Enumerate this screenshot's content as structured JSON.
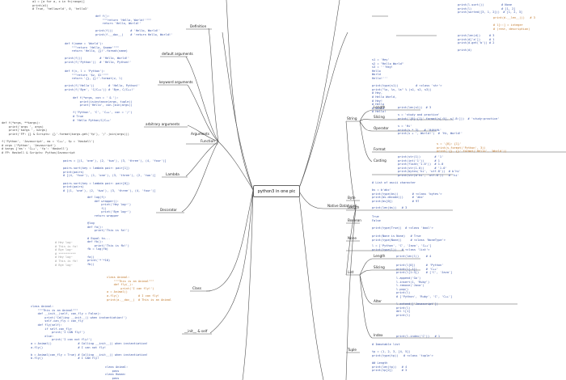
{
  "central": "python3 in one pic",
  "left_branches": [
    "Function",
    "Definition",
    "default arguments",
    "keyword arguments",
    "arbitrary arguments",
    "Arguments",
    "Lambda",
    "Decorator",
    "Class",
    "__init__ & self"
  ],
  "right_branches": [
    "Native Datatypes",
    "String",
    "Length",
    "Slicing",
    "Operator",
    "Format",
    "Casting",
    "Byte",
    "Length",
    "Boolean",
    "None",
    "List",
    "Length",
    "Slicing",
    "Alter",
    "Index",
    "Tuple"
  ],
  "code": {
    "top_left": [
      "a1 = [a for a, x in fn(range)]",
      "print(a1)",
      "# True, 'hellowrld', 0, 'hello3'"
    ],
    "definition": [
      "def f():",
      "    \"\"\"return 'Hello, World!'\"\"\"",
      "    return 'Hello, World!'",
      "",
      "print(f())          # 'Hello, World!'",
      "print(f.__doc__)    # 'return Hello, World!'"
    ],
    "default_args": [
      "def f(name = 'World'):",
      "    \"\"\"return 'Hello, $name'\"\"\"",
      "    return 'Hello, {}!'.format(name)",
      "",
      "print(f())          # 'Hello, World!'",
      "print(f('Python'))  # 'Hello, Python!'"
    ],
    "keyword_args": [
      "def f(v, l = 'Python'):",
      "    \"\"\"return '$v, $l'\"\"\"",
      "    return '{}, {}!'.format(v, l)",
      "",
      "print(f('Hello'))        # 'Hello, Python!'",
      "print(f('Bye', 'C/C++')) # 'Bye, C/C++!'"
    ],
    "arbitrary_args": [
      "def f(*args, con = ' & '):",
      "    print(isinstance(args, tuple))",
      "    print('Hello', con.join(args))",
      "",
      "f('Python', 'C', 'C++', con = '/')",
      "# True",
      "# 'Hello Python/C/C++'"
    ],
    "kwargs": [
      "def f(*args, **kargs):",
      "    print('args ', args)",
      "    print('kargs ', kargs)",
      "    print('FP: {} & Scripts: {}'.format(kargs.get('fp'), '/'.join(args)))",
      "",
      "f('Python', 'Javascript', ms = 'C++', fp = 'Haskell')",
      "# args ('Python', 'Javascript')",
      "# kargs {'ms': 'C++', 'fp': 'Haskell'}",
      "# FP: Haskell & Scripts: Python/Javascript"
    ],
    "lambda": [
      "pairs = [(1, 'one'), (2, 'two'), (3, 'three'), (4, 'four')]",
      "",
      "pairs.sort(key = lambda pair: pair[1])",
      "print(pairs)",
      "# [(4, 'four'), (1, 'one'), (3, 'three'), (2, 'two')]",
      "",
      "pairs.sort(key = lambda pair: pair[0])",
      "print(pairs)",
      "# [(1, 'one'), (2, 'two'), (3, 'three'), (4, 'four')]"
    ],
    "decorator": [
      "def log(f):",
      "    def wrapper():",
      "        print('Hey log~')",
      "        f()",
      "        print('Bye log~')",
      "    return wrapper",
      "",
      "@log",
      "def fa():",
      "    print('This is fa!')",
      "",
      "# Equal to...",
      "def fb():",
      "    print('This is fb!')",
      "fb = log(fb)",
      "",
      "fa()",
      "print('*'*10)",
      "fb()"
    ],
    "decorator_out": [
      "# Hey log~",
      "# This is fa!",
      "# Bye log~",
      "# **********",
      "# Hey log~",
      "# This is fb!",
      "# Bye log~"
    ],
    "class": [
      "class Animal:",
      "    \"\"\"This is an Animal\"\"\"",
      "    def fly(_):",
      "        print('I can fly!')",
      "a = Animal()",
      "a.fly()           # I can fly!",
      "print(a.__doc__)  # This is an Animal"
    ],
    "init_self": [
      "class Animal:",
      "    \"\"\"This is an Animal\"\"\"",
      "    def __init__(self, can_fly = False):",
      "        print('Calling __init__() when instantiation!')",
      "        self.can_fly = can_fly",
      "    def fly(self):",
      "        if self.can_fly:",
      "            print('I CAN fly!')",
      "        else:",
      "            print('I can not fly!')",
      "a = Animal()               # Calling __init__() when instantiation!",
      "a.fly()                    # I can not fly!",
      "",
      "b = Animal(can_fly = True) # Calling __init__() when instantiation!",
      "b.fly()                    # I CAN fly!"
    ],
    "class_bottom": [
      "class Animal:",
      "    pass",
      "class Human:",
      "    pass"
    ],
    "sorting": [
      "print(l.sort())          # None",
      "print(l)                 # [1, 2]",
      "print(sorted([3, 1, 2]))  # [1, 2, 3]"
    ],
    "dict": [
      "print(d.__len__())   # 3",
      "",
      "# l[::] = integer",
      "# (rest, description)"
    ],
    "dict_list": [
      "print(len(d))     # 3",
      "print(d['a'])     # 1",
      "print(d.get('b')) # 2",
      "",
      "print(d)"
    ],
    "native": [
      "s1 = 'Hey'",
      "s2 = \"Hello World\"",
      "s3 = '''Hey!",
      "Hello",
      "World",
      "Hello!'''",
      "",
      "print(type(s1))          # <class 'str'>",
      "print(\"%s, %s, %s\" % (s1, s2, s3))",
      "# Hey,",
      "# Hello World,",
      "# Hey!",
      "# Hello",
      "# World",
      "# Hello!"
    ],
    "str_length": [
      "print(len(s1))  # 3"
    ],
    "str_slicing": [
      "s = 'study and practice'",
      "print('{0}:{1}'.format(s[:5], s[-8:]))  # 'study:practice'"
    ],
    "str_operator": [
      "s = 'Hi'",
      "print(s * 3)   # 'HiHiHi'",
      "print(s + ', World!')  # 'Hi, World!'"
    ],
    "str_format": [
      "s = '{0}: {1}'",
      "print(s.format('Python', 3))",
      "print('{}, {}'.format('Hello', 'World'))"
    ],
    "str_casting": [
      "print(str(1))        # '1'",
      "print(int('1'))      # 1",
      "print(float('1.0'))  # 1.0",
      "print(str(1.0))      # '1.0'",
      "print(bytes('hi', 'utf-8'))  # b'hi'",
      "print(str(b'hi', 'utf-8'))   # 'hi'"
    ],
    "byte": [
      "# List of ascii character",
      "",
      "bs = b'abc'",
      "print(type(bs))        # <class 'bytes'>",
      "print(bs.decode())     # 'abc'",
      "print(bs[0])           # 97"
    ],
    "byte_length": [
      "print(len(bs))   # 3"
    ],
    "boolean": [
      "True",
      "False",
      "",
      "print(type(True))  # <class 'bool'>"
    ],
    "none": [
      "print(None is None)   # True",
      "print(type(None))     # <class 'NoneType'>"
    ],
    "list": [
      "l = ['Python', 'C', 'Java', 'C++']",
      "print(type(l))   # <class 'list'>"
    ],
    "list_length": [
      "print(len(l))    # 4"
    ],
    "list_slicing": [
      "print(l[0])      # 'Python'",
      "print(l[-1])     # 'C++'",
      "print(l[1:3])    # ['C', 'Java']"
    ],
    "list_alter": [
      "l.append('Go')",
      "l.insert(1, 'Ruby')",
      "l.remove('Java')",
      "l.pop()",
      "print(l)",
      "# ['Python', 'Ruby', 'C', 'C++']",
      "",
      "l.extend(['Javascript'])",
      "print(l)",
      "del l[1]",
      "print(l)"
    ],
    "list_index": [
      "print(l.index('C'))   # 1"
    ],
    "tuple": [
      "# Immutable list",
      "",
      "tp = (1, 2, 3, [4, 5])",
      "print(type(tp))   # <class 'tuple'>",
      "",
      "## Length",
      "print(len(tp))   # 4",
      "print(tp[2])     # 3"
    ]
  }
}
